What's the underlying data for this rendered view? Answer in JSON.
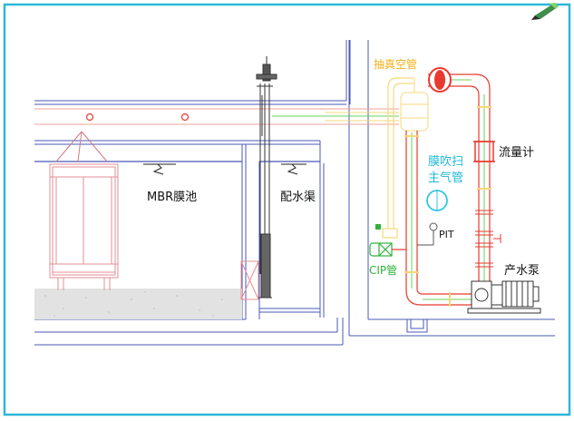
{
  "labels": {
    "vacuum_pipe": "抽真空管",
    "flowmeter": "流量计",
    "membrane_scour_main": "膜吹扫\n主气管",
    "pit": "PIT",
    "cip_pipe": "CIP管",
    "product_pump": "产水泵",
    "mbr_tank": "MBR膜池",
    "distribution_channel": "配水渠"
  },
  "colors": {
    "frame_border": "#2db7d8",
    "wall_blue": "#4a58b6",
    "pipe_red": "#e83a2f",
    "pipe_pink": "#f2a09a",
    "pipe_yellow": "#f4d97a",
    "pipe_green": "#6cd05a",
    "cyan": "#31c6e0",
    "label_yellow": "#f2b11c",
    "label_cyan": "#1fb9d6",
    "label_green": "#2fb33a",
    "label_black": "#111111",
    "module_pink": "#e58e94",
    "sludge_gray": "#d8d8d8"
  }
}
